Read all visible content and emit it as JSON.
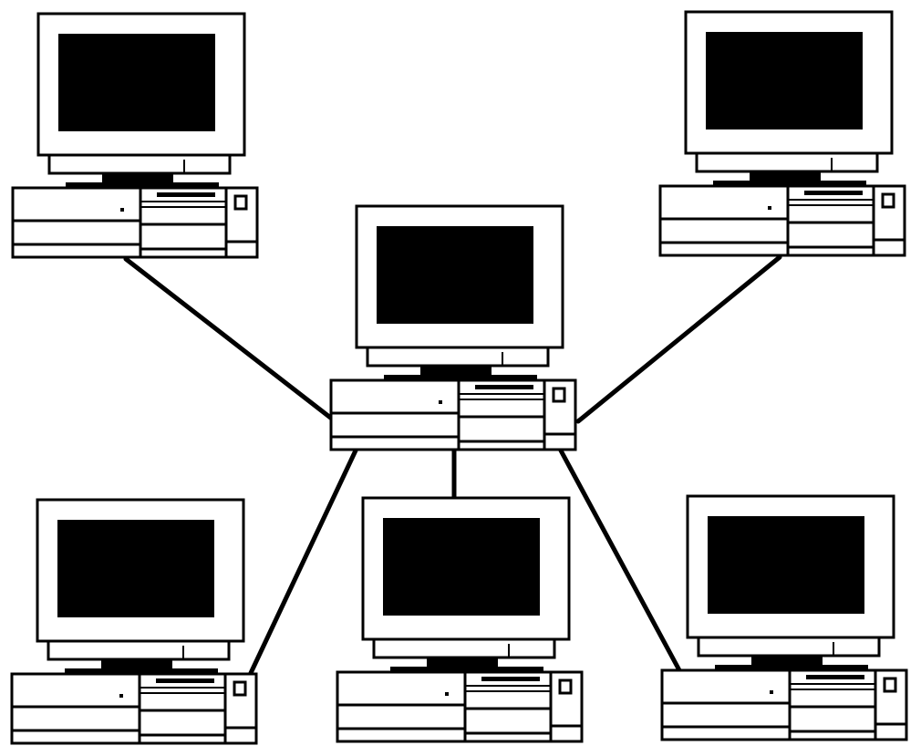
{
  "diagram": {
    "type": "star-network",
    "background": "#ffffff",
    "ink": "#000000",
    "hub": "workstation-center",
    "nodes": [
      {
        "id": "workstation-top-left",
        "icon": "desktop-computer-icon"
      },
      {
        "id": "workstation-top-right",
        "icon": "desktop-computer-icon"
      },
      {
        "id": "workstation-center",
        "icon": "desktop-computer-icon"
      },
      {
        "id": "workstation-bottom-left",
        "icon": "desktop-computer-icon"
      },
      {
        "id": "workstation-bottom-center",
        "icon": "desktop-computer-icon"
      },
      {
        "id": "workstation-bottom-right",
        "icon": "desktop-computer-icon"
      }
    ],
    "edges": [
      {
        "from": "workstation-center",
        "to": "workstation-top-left"
      },
      {
        "from": "workstation-center",
        "to": "workstation-top-right"
      },
      {
        "from": "workstation-center",
        "to": "workstation-bottom-left"
      },
      {
        "from": "workstation-center",
        "to": "workstation-bottom-center"
      },
      {
        "from": "workstation-center",
        "to": "workstation-bottom-right"
      }
    ]
  }
}
